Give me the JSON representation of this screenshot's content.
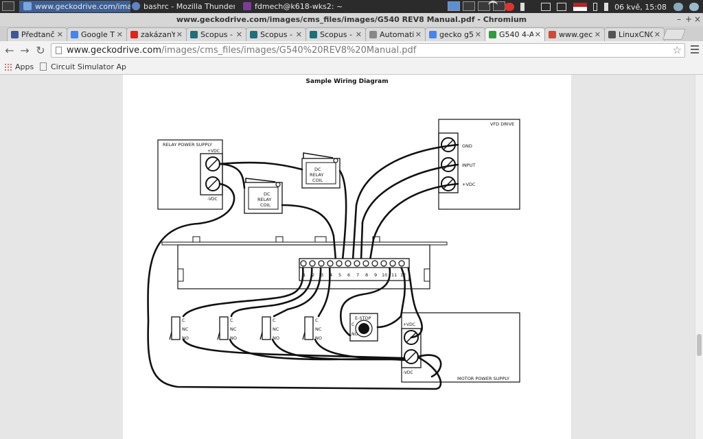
{
  "taskbar": {
    "tasks": [
      {
        "label": "www.geckodrive.com/ima..."
      },
      {
        "label": "bashrc - Mozilla Thunderbird"
      },
      {
        "label": "fdmech@k618-wks2: ~"
      }
    ],
    "clock": "06 kvě, 15:08"
  },
  "window": {
    "title": "www.geckodrive.com/images/cms_files/images/G540 REV8 Manual.pdf - Chromium"
  },
  "tabs": [
    {
      "label": "Předtanč",
      "color": "#3b5998"
    },
    {
      "label": "Google T",
      "color": "#4285f4"
    },
    {
      "label": "zakázanY",
      "color": "#e62117"
    },
    {
      "label": "Scopus -",
      "color": "#1f6f78"
    },
    {
      "label": "Scopus -",
      "color": "#1f6f78"
    },
    {
      "label": "Scopus -",
      "color": "#1f6f78"
    },
    {
      "label": "Automati",
      "color": "#888888"
    },
    {
      "label": "gecko g5",
      "color": "#4285f4"
    },
    {
      "label": "G540 4-A",
      "color": "#2e9e3a"
    },
    {
      "label": "www.gec",
      "color": "#d44638"
    },
    {
      "label": "LinuxCNC",
      "color": "#555555"
    }
  ],
  "address": {
    "host": "www.geckodrive.com",
    "path": "/images/cms_files/images/G540%20REV8%20Manual.pdf"
  },
  "bookmarks": [
    {
      "label": "Apps"
    },
    {
      "label": "Circuit Simulator Ap"
    }
  ],
  "diagram": {
    "title": "Sample Wiring Diagram",
    "relay_supply": {
      "label": "RELAY POWER SUPPLY",
      "pos": "+VDC",
      "neg": "-VDC"
    },
    "vfd": {
      "label": "VFD DRIVE",
      "t1": "GND",
      "t2": "INPUT",
      "t3": "+VDC"
    },
    "relay_coil": {
      "line1": "DC",
      "line2": "RELAY",
      "line3": "COIL"
    },
    "motor_supply": {
      "label": "MOTOR POWER SUPPLY",
      "pos": "+VDC",
      "neg": "-VDC"
    },
    "estop": {
      "label": "E-STOP"
    },
    "switch_terms": {
      "c": "C",
      "nc": "NC",
      "no": "NO"
    },
    "terminal_numbers": [
      "1",
      "2",
      "3",
      "4",
      "5",
      "6",
      "7",
      "8",
      "9",
      "10",
      "11",
      "12"
    ]
  }
}
